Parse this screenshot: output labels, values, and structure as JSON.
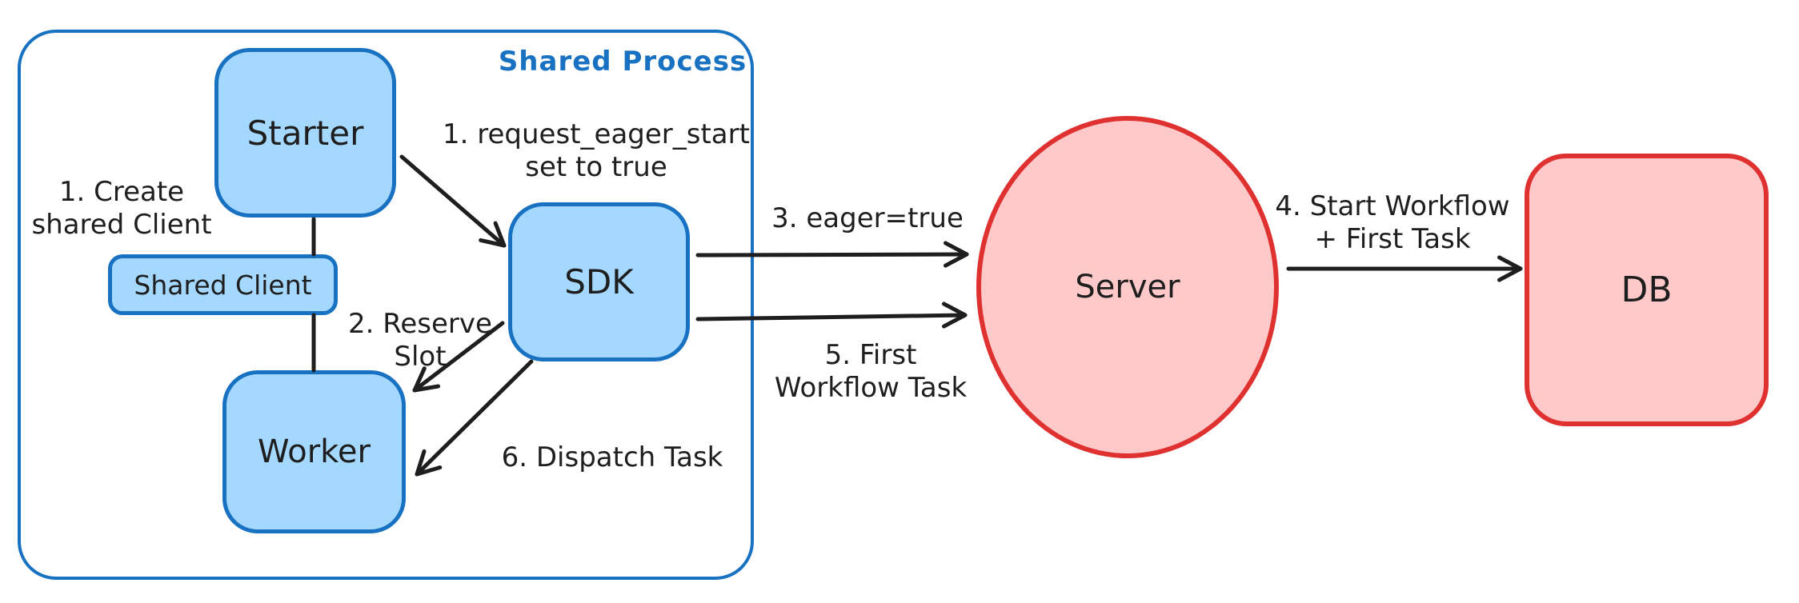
{
  "diagram": {
    "shared_process": {
      "label": "Shared Process",
      "nodes": {
        "starter": {
          "label": "Starter"
        },
        "shared_client": {
          "label": "Shared Client"
        },
        "worker": {
          "label": "Worker"
        },
        "sdk": {
          "label": "SDK"
        }
      }
    },
    "server": {
      "label": "Server"
    },
    "db": {
      "label": "DB"
    },
    "annotations": {
      "create_shared_client": {
        "line1": "1. Create",
        "line2": "shared Client"
      },
      "request_eager_start": {
        "line1": "1. request_eager_start",
        "line2": "set to true"
      },
      "reserve_slot": {
        "line1": "2. Reserve",
        "line2": "Slot"
      },
      "dispatch_task": {
        "text": "6. Dispatch Task"
      },
      "eager_true": {
        "text": "3. eager=true"
      },
      "first_workflow_task": {
        "line1": "5. First",
        "line2": "Workflow Task"
      },
      "start_workflow": {
        "line1": "4. Start Workflow",
        "line2": "+ First Task"
      }
    },
    "colors": {
      "blue_stroke": "#1971c2",
      "blue_fill": "#a5d8ff",
      "red_stroke": "#e03131",
      "red_fill": "#ffc9c9",
      "ink": "#1e1e1e",
      "background": "#ffffff"
    }
  }
}
